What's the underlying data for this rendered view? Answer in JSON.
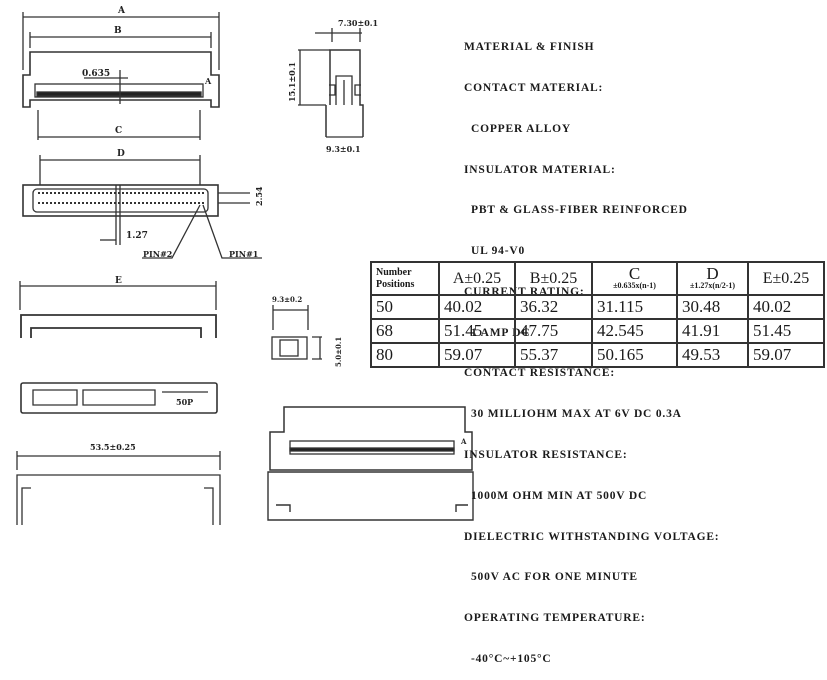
{
  "drawing": {
    "dim_a": "A",
    "dim_b": "B",
    "dim_c": "C",
    "dim_d": "D",
    "dim_e": "E",
    "pitch": "0.635",
    "pin_pitch": "1.27",
    "row_spacing": "2.54",
    "pin2": "PIN#2",
    "pin1": "PIN#1",
    "width_top": "7.30±0.1",
    "height_side": "15.1±0.1",
    "width_side": "9.3±0.1",
    "cover_width": "9.3±0.2",
    "cover_height": "5.0±0.1",
    "length": "53.5±0.25",
    "mark_a": "A"
  },
  "specs": {
    "title": "MATERIAL & FINISH",
    "lines": [
      {
        "text": "CONTACT MATERIAL:",
        "indent": false
      },
      {
        "text": "COPPER ALLOY",
        "indent": true
      },
      {
        "text": "INSULATOR MATERIAL:",
        "indent": false
      },
      {
        "text": "PBT & GLASS-FIBER REINFORCED",
        "indent": true
      },
      {
        "text": "UL 94-V0",
        "indent": true
      },
      {
        "text": "CURRENT RATING:",
        "indent": false
      },
      {
        "text": "1 AMP DC",
        "indent": true
      },
      {
        "text": "CONTACT RESISTANCE:",
        "indent": false
      },
      {
        "text": "30 MILLIOHM MAX AT 6V DC 0.3A",
        "indent": true
      },
      {
        "text": "INSULATOR RESISTANCE:",
        "indent": false
      },
      {
        "text": "1000M OHM MIN AT 500V DC",
        "indent": true
      },
      {
        "text": "DIELECTRIC WITHSTANDING VOLTAGE:",
        "indent": false
      },
      {
        "text": "500V AC FOR ONE MINUTE",
        "indent": true
      },
      {
        "text": "OPERATING TEMPERATURE:",
        "indent": false
      },
      {
        "text": "-40°C~+105°C",
        "indent": true
      }
    ]
  },
  "table": {
    "header": {
      "positions_1": "Number",
      "positions_2": "Positions",
      "a": "A±0.25",
      "b": "B±0.25",
      "c": "C",
      "c_sub": "±0.635x(n-1)",
      "d": "D",
      "d_sub": "±1.27x(n/2-1)",
      "e": "E±0.25"
    },
    "rows": [
      [
        "50",
        "40.02",
        "36.32",
        "31.115",
        "30.48",
        "40.02"
      ],
      [
        "68",
        "51.45",
        "47.75",
        "42.545",
        "41.91",
        "51.45"
      ],
      [
        "80",
        "59.07",
        "55.37",
        "50.165",
        "49.53",
        "59.07"
      ]
    ]
  }
}
